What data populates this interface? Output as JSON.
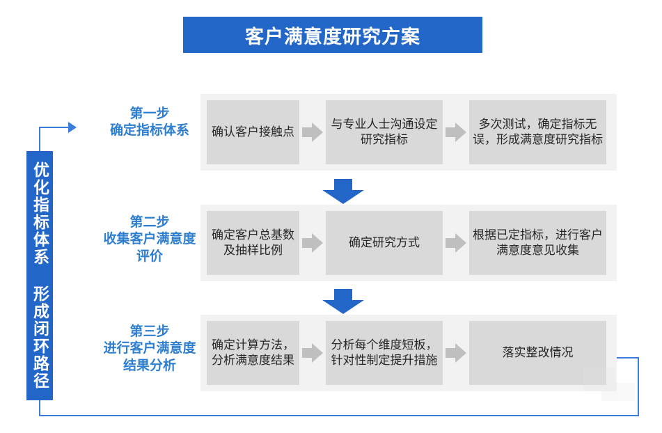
{
  "title": {
    "text": "客户满意度研究方案"
  },
  "colors": {
    "brand_blue": "#2266c8",
    "step_blue": "#2f7fd0",
    "line_blue": "#3b7dd8",
    "band_gray": "#f2f2f2",
    "box_gray": "#d9d9d9",
    "arrow_gray": "#bfbfbf",
    "text_dark": "#262626"
  },
  "side_bar": {
    "text": "优化指标体系 形成闭环路径"
  },
  "steps": [
    {
      "number": "第一步",
      "name": "确定指标体系",
      "boxes": [
        "确认客户接触点",
        "与专业人士沟通设定研究指标",
        "多次测试，确定指标无误，形成满意度研究指标"
      ]
    },
    {
      "number": "第二步",
      "name": "收集客户满意度评价",
      "boxes": [
        "确定客户总基数及抽样比例",
        "确定研究方式",
        "根据已定指标，进行客户满意度意见收集"
      ]
    },
    {
      "number": "第三步",
      "name": "进行客户满意度结果分析",
      "boxes": [
        "确定计算方法，分析满意度结果",
        "分析每个维度短板，针对性制定提升措施",
        "落实整改情况"
      ]
    }
  ],
  "icons": {
    "arrow_right": "arrow-right-icon",
    "arrow_down": "arrow-down-icon",
    "loop_arrow": "loop-arrow-icon"
  },
  "watermark": {
    "text": ""
  }
}
